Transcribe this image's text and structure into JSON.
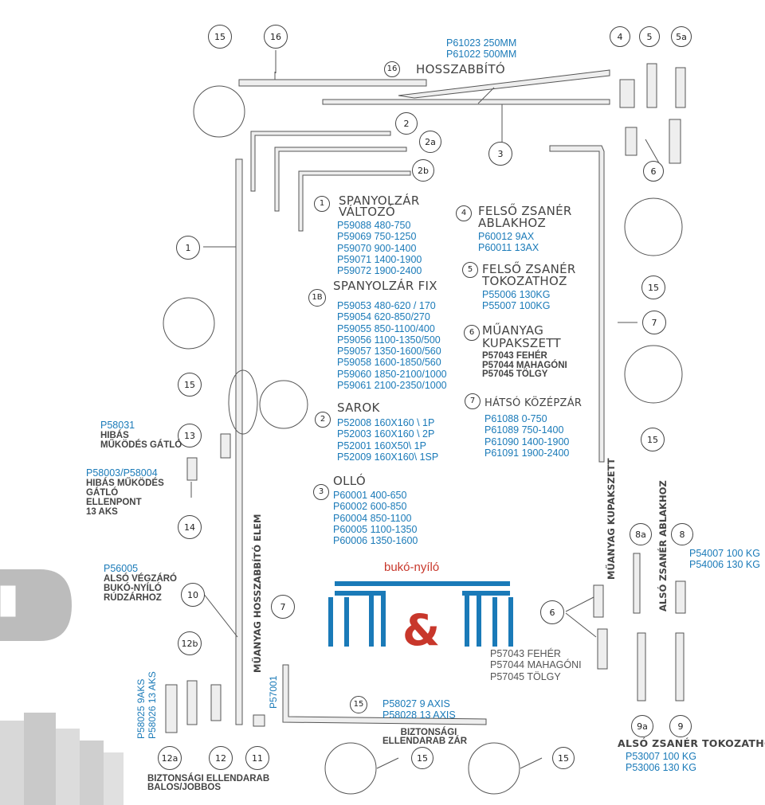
{
  "extension": {
    "title": "HOSSZABBÍTÓ",
    "items": [
      "P61023   250MM",
      "P61022   500MM"
    ]
  },
  "sections": [
    {
      "title": "SPANYOLZÁR",
      "title2": "VÁLTOZÓ",
      "items": [
        "P59088  480-750",
        "P59069  750-1250",
        "P59070  900-1400",
        "P59071  1400-1900",
        "P59072  1900-2400"
      ]
    },
    {
      "title": "SPANYOLZÁR FIX",
      "items": [
        "P59053  480-620 / 170",
        "P59054  620-850/270",
        "P59055  850-1100/400",
        "P59056  1100-1350/500",
        "P59057  1350-1600/560",
        "P59058  1600-1850/560",
        "P59060  1850-2100/1000",
        "P59061  2100-2350/1000"
      ]
    },
    {
      "title": "SAROK",
      "items": [
        "P52008   160X160 \\ 1P",
        "P52003   160X160 \\ 2P",
        "P52001   160X50\\ 1P",
        "P52009   160X160\\ 1SP"
      ]
    },
    {
      "title": "OLLÓ",
      "items": [
        "P60001  400-650",
        "P60002  600-850",
        "P60004  850-1100",
        "P60005  1100-1350",
        "P60006  1350-1600"
      ]
    },
    {
      "title": "FELSŐ ZSANÉR",
      "title2": "ABLAKHOZ",
      "items": [
        "P60012   9AX",
        "P60011  13AX"
      ]
    },
    {
      "title": "FELSŐ ZSANÉR",
      "title2": "TOKOZATHOZ",
      "items": [
        "P55006  130KG",
        "P55007  100KG"
      ]
    },
    {
      "title": "MŰANYAG",
      "title2": "KUPAKSZETT",
      "items": [
        "P57043 FEHÉR",
        "P57044 MAHAGÓNI",
        "P57045 TÖLGY"
      ]
    },
    {
      "title": "HÁTSÓ KÖZÉPZÁR",
      "items": [
        "P61088  0-750",
        "P61089  750-1400",
        "P61090  1400-1900",
        "P61091  1900-2400"
      ]
    }
  ],
  "left_labels": {
    "p58031": {
      "code": "P58031",
      "lines": [
        "HIBÁS",
        "MŰKÖDÉS GÁTLÓ"
      ]
    },
    "p58003": {
      "code": "P58003/P58004",
      "lines": [
        "HIBÁS MŰKÖDÉS",
        "GÁTLÓ",
        "ELLENPONT",
        "13 AKS"
      ]
    },
    "p56005": {
      "code": "P56005",
      "lines": [
        "ALSÓ VÉGZÁRÓ",
        "BUKÓ-NYÍLÓ",
        "RÚDZÁRHOZ"
      ]
    }
  },
  "brand": {
    "tagline": "bukó-nyíló"
  },
  "kupak_colors": [
    "P57043 FEHÉR",
    "P57044 MAHAGÓNI",
    "P57045 TÖLGY"
  ],
  "bottom15": {
    "items": [
      "P58027  9 AXIS",
      "P58028  13 AXIS"
    ],
    "label": [
      "BIZTONSÁGI",
      "ELLENDARAB ZÁR"
    ]
  },
  "bottom_left": [
    "BIZTONSÁGI ELLENDARAB",
    "BALOS/JOBBOS"
  ],
  "right_side": {
    "hinge_codes": [
      "P54007  100 KG",
      "P54006  130 KG"
    ],
    "lower_title": "ALSÓ ZSANÉR TOKOZATHOZ",
    "lower_codes": [
      "P53007  100 KG",
      "P53006  130 KG"
    ]
  },
  "vertical": {
    "kupakszett": "MŰANYAG KUPAKSZETT",
    "also_ablak": "ALSÓ ZSANÉR ABLAKHOZ",
    "hosszabbito": "MŰANYAG HOSSZABBÍTÓ ELEM",
    "p57001": "P57001",
    "p58025": "P58025 9AKS",
    "p58026": "P58026 13 AKS"
  },
  "callouts": [
    {
      "id": "c-15a",
      "label": "15"
    },
    {
      "id": "c-16",
      "label": "16"
    },
    {
      "id": "c-16b",
      "label": "16"
    },
    {
      "id": "c-4",
      "label": "4"
    },
    {
      "id": "c-5",
      "label": "5"
    },
    {
      "id": "c-5a",
      "label": "5a"
    },
    {
      "id": "c-2",
      "label": "2"
    },
    {
      "id": "c-2a",
      "label": "2a"
    },
    {
      "id": "c-2b",
      "label": "2b"
    },
    {
      "id": "c-3",
      "label": "3"
    },
    {
      "id": "c-6",
      "label": "6"
    },
    {
      "id": "c-1",
      "label": "1"
    },
    {
      "id": "c-1s",
      "label": "1"
    },
    {
      "id": "c-1b",
      "label": "1B"
    },
    {
      "id": "c-4s",
      "label": "4"
    },
    {
      "id": "c-5s",
      "label": "5"
    },
    {
      "id": "c-6s",
      "label": "6"
    },
    {
      "id": "c-15b",
      "label": "15"
    },
    {
      "id": "c-7",
      "label": "7"
    },
    {
      "id": "c-7s",
      "label": "7"
    },
    {
      "id": "c-15c",
      "label": "15"
    },
    {
      "id": "c-2s",
      "label": "2"
    },
    {
      "id": "c-3s",
      "label": "3"
    },
    {
      "id": "c-13",
      "label": "13"
    },
    {
      "id": "c-14",
      "label": "14"
    },
    {
      "id": "c-15d",
      "label": "15"
    },
    {
      "id": "c-10",
      "label": "10"
    },
    {
      "id": "c-7b",
      "label": "7"
    },
    {
      "id": "c-12b",
      "label": "12b"
    },
    {
      "id": "c-8a",
      "label": "8a"
    },
    {
      "id": "c-8",
      "label": "8"
    },
    {
      "id": "c-6b",
      "label": "6"
    },
    {
      "id": "c-15e",
      "label": "15"
    },
    {
      "id": "c-9a",
      "label": "9a"
    },
    {
      "id": "c-9",
      "label": "9"
    },
    {
      "id": "c-12a",
      "label": "12a"
    },
    {
      "id": "c-12",
      "label": "12"
    },
    {
      "id": "c-11",
      "label": "11"
    },
    {
      "id": "c-15f",
      "label": "15"
    },
    {
      "id": "c-15g",
      "label": "15"
    },
    {
      "id": "c-15h",
      "label": "15"
    }
  ]
}
